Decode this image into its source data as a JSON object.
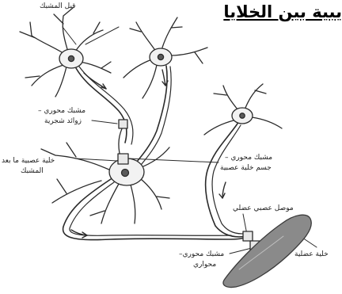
{
  "heading": "يبية بين الخلايا",
  "labels": {
    "pre_synaptic": "قبل المشبك",
    "axodendritic_1": "مشبك محوري –",
    "axodendritic_2": "زوائد شجرية",
    "post_synaptic_1": "خلية عصبية ما بعد",
    "post_synaptic_2": "المشبك",
    "axosomatic_1": "مشبك محوري –",
    "axosomatic_2": "جسم خلية عصبية",
    "neuromuscular": "موصل عصبي عضلي",
    "axoaxonic_1": "مشبك محوري–",
    "axoaxonic_2": "محواري",
    "muscle_cell": "خلية عضلية"
  },
  "colors": {
    "ink": "#2a2a2a",
    "fill": "#f2f2f2",
    "nucleus": "#5a5a5a",
    "muscle": "#8a8a8a"
  }
}
